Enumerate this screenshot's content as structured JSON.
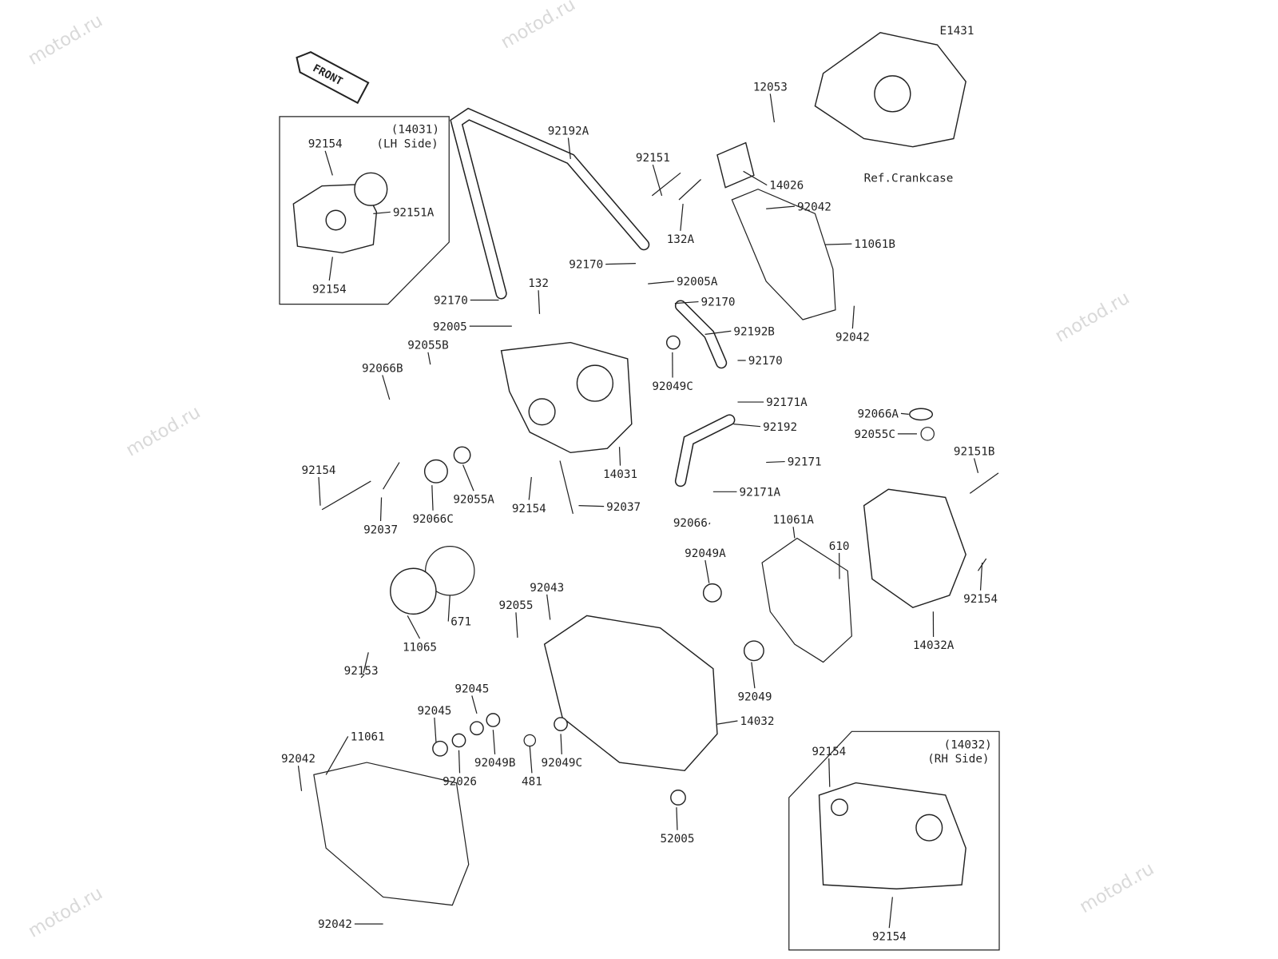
{
  "diagram_code": "E1431",
  "watermark": "motod.ru",
  "front_arrow": "FRONT",
  "reference": "Ref.Crankcase",
  "inset_lh": {
    "part": "(14031)",
    "side": "(LH Side)"
  },
  "inset_rh": {
    "part": "(14032)",
    "side": "(RH Side)"
  },
  "callouts": [
    "92154",
    "92151A",
    "92154",
    "92192A",
    "12053",
    "92151",
    "14026",
    "132A",
    "92042",
    "11061B",
    "92170",
    "92005A",
    "92170",
    "132",
    "92170",
    "92005",
    "92192B",
    "92042",
    "92055B",
    "92066B",
    "92170",
    "92049C",
    "92171A",
    "92066A",
    "92192",
    "92055C",
    "14031",
    "92171",
    "92151B",
    "92154",
    "92055A",
    "92171A",
    "92154",
    "92037",
    "92037",
    "92066C",
    "92066",
    "11061A",
    "610",
    "92049A",
    "92043",
    "92154",
    "92055",
    "671",
    "11065",
    "14032A",
    "92153",
    "92049",
    "92045",
    "92045",
    "14032",
    "11061",
    "92042",
    "92049B",
    "92049C",
    "481",
    "92026",
    "52005",
    "92154",
    "92154",
    "92042"
  ]
}
